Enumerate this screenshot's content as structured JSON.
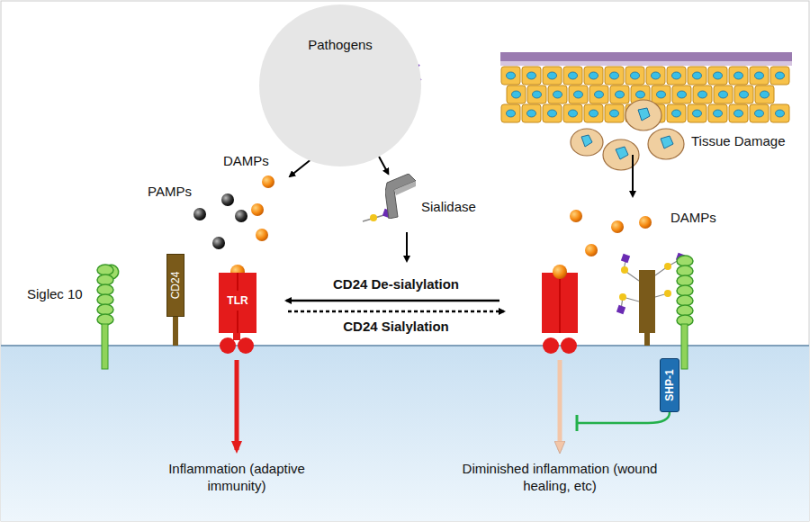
{
  "diagram": {
    "nodes": [
      {
        "text": [
          "Pathogens"
        ]
      },
      {
        "text": [
          "Sialidase"
        ]
      },
      {
        "text": [
          "CD24"
        ]
      },
      {
        "text": [
          "TLR"
        ]
      },
      {
        "text": [
          "SHP-1"
        ]
      }
    ],
    "edges": [
      {
        "from": 0,
        "to": 1,
        "arrow": "to"
      }
    ],
    "labels": [
      "DAMPs",
      "PAMPs",
      "Siglec 10",
      "CD24 De-sialylation",
      "CD24 Sialylation",
      "Tissue Damage",
      "DAMPs",
      "Inflammation (adaptive immunity)",
      "Diminished inflammation (wound healing, etc)"
    ]
  }
}
